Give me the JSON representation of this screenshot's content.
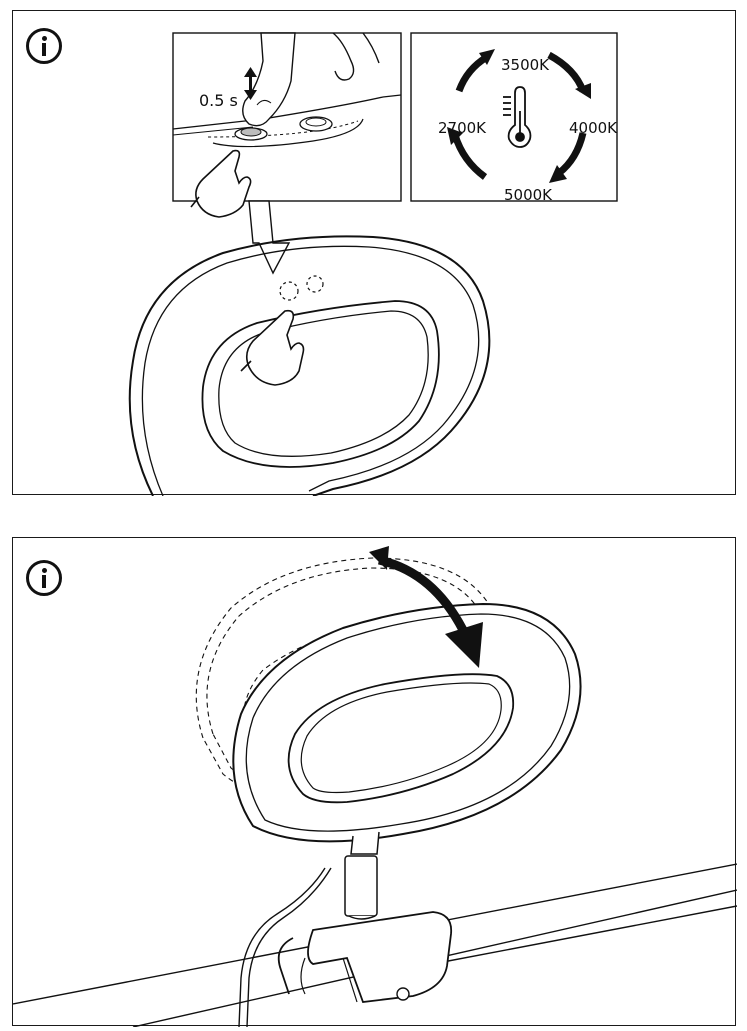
{
  "step_1": {
    "press_duration": "0.5 s",
    "color_temperatures": [
      "3500K",
      "4000K",
      "5000K",
      "2700K"
    ]
  },
  "step_2": {},
  "icons": [
    "info-icon",
    "hand-pointer-icon",
    "thermometer-icon",
    "double-arrow-icon",
    "cycle-arrow-icon",
    "curved-tilt-arrow-icon"
  ],
  "colors": {
    "ink": "#111111",
    "background": "#ffffff"
  }
}
